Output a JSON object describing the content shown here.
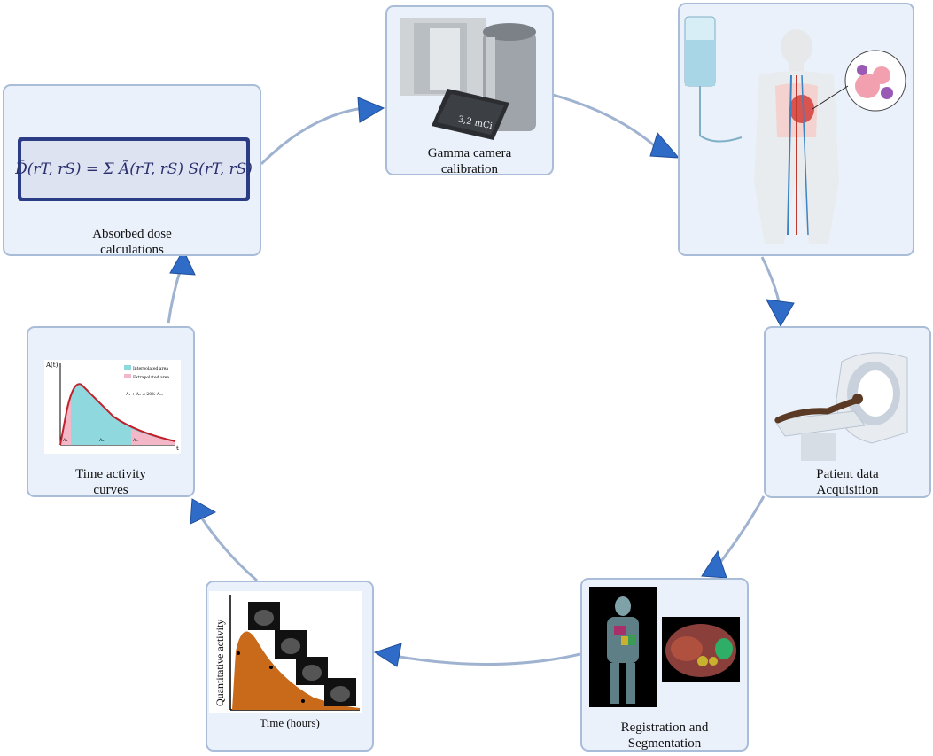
{
  "steps": {
    "absorbed_dose": {
      "line1": "Absorbed dose",
      "line2": "calculations"
    },
    "gamma_camera": {
      "line1": "Gamma camera",
      "line2": "calibration"
    },
    "patient_data": {
      "line1": "Patient data",
      "line2": "Acquisition"
    },
    "registration": {
      "line1": "Registration and",
      "line2": "Segmentation"
    },
    "quantitative": {
      "ylabel": "Quantitative activity",
      "xlabel": "Time (hours)"
    },
    "time_activity": {
      "line1": "Time activity",
      "line2": "curves"
    }
  },
  "formula": {
    "lhs": "D̄(r",
    "text": "D̄(rT, rS) = Σ Ã(rT, rS) S(rT, rS)"
  },
  "calibrator_display": "3,2 mCi",
  "tac_chart": {
    "yaxis": "A(t)",
    "xaxis": "t",
    "legend_interp": "Interpolated area",
    "legend_extrap": "Extrapolated area",
    "condition": "A₁ + A₃ ≤ 20% Aₜₒₜ",
    "a1": "A₁",
    "a2": "A₂",
    "a3": "A₃"
  },
  "colors": {
    "box_fill": "#eaf1fb",
    "box_border": "#a9bcd8",
    "arrow": "#2f6cc8",
    "curve_fill": "#c96a1b"
  }
}
